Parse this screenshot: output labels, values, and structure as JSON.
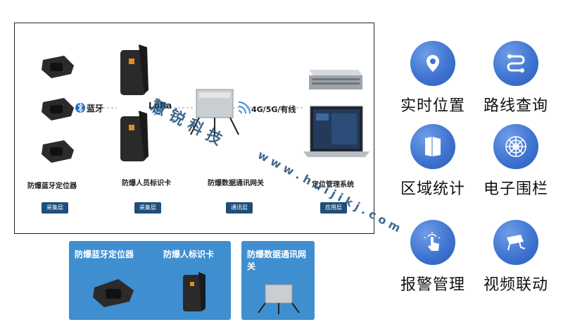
{
  "diagram": {
    "devices": {
      "bluetooth_locator": "防爆蓝牙定位器",
      "personnel_card": "防爆人员标识卡",
      "gateway": "防爆数据通讯网关",
      "system": "定位管理系统"
    },
    "layers": {
      "collection_1": "采集层",
      "collection_2": "采集层",
      "communication": "通讯层",
      "application": "应用层"
    },
    "links": {
      "bluetooth": "蓝牙",
      "lora": "LoRa",
      "network": "4G/5G/有线"
    }
  },
  "watermark": {
    "brand": "慧 锐 科 技",
    "url": "w w w . h u i j i k j . c o m"
  },
  "cards": [
    {
      "label": "防爆蓝牙定位器"
    },
    {
      "label": "防爆人标识卡"
    },
    {
      "label": "防爆数据通讯网关"
    }
  ],
  "features": [
    {
      "label": "实时位置",
      "icon": "location-pin-icon"
    },
    {
      "label": "路线查询",
      "icon": "route-icon"
    },
    {
      "label": "区域统计",
      "icon": "area-map-icon"
    },
    {
      "label": "电子围栏",
      "icon": "fence-icon"
    },
    {
      "label": "报警管理",
      "icon": "touch-alarm-icon"
    },
    {
      "label": "视频联动",
      "icon": "camera-icon"
    }
  ],
  "colors": {
    "badge": "#1f4e79",
    "card": "#3f8fd0",
    "icon_circle": "#3f74d0",
    "watermark": "#1f4e79"
  }
}
